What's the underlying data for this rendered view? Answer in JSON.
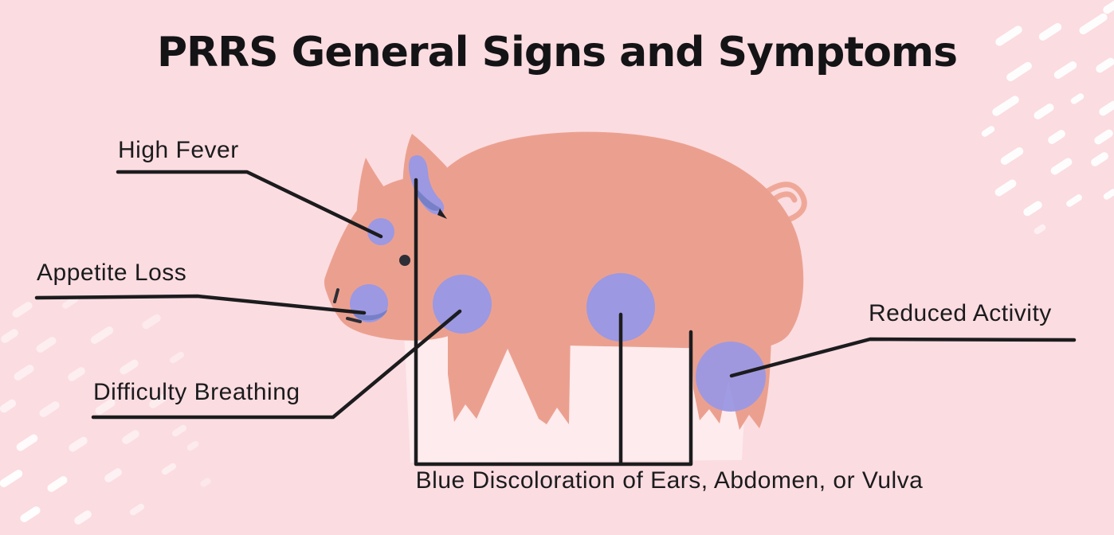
{
  "title": "PRRS General Signs and Symptoms",
  "annotations": [
    {
      "id": "high-fever",
      "label": "High Fever",
      "target": "blue spot on the pig's head"
    },
    {
      "id": "appetite-loss",
      "label": "Appetite Loss",
      "target": "blue spot on the pig's snout"
    },
    {
      "id": "difficulty-breathing",
      "label": "Difficulty Breathing",
      "target": "blue spot on the pig's shoulder"
    },
    {
      "id": "reduced-activity",
      "label": "Reduced Activity",
      "target": "blue spot on the pig's hind leg"
    },
    {
      "id": "blue-discoloration",
      "label": "Blue Discoloration of Ears, Abdomen, or Vulva",
      "target": "ear patch, abdomen spot and rear spot joined by bracket"
    }
  ],
  "figure": {
    "name": "pig-illustration",
    "spots": [
      "ear",
      "head",
      "snout",
      "shoulder",
      "abdomen",
      "hind-leg"
    ]
  },
  "colors": {
    "background": "#FBDCE1",
    "pig_body": "#EBA08F",
    "pig_tail": "#EFA898",
    "spot_blue": "#9C98E2",
    "spot_accent": "#7780C7",
    "line": "#1C1C1E",
    "title_text": "#141416",
    "decor_dash": "#FFFFFF"
  }
}
